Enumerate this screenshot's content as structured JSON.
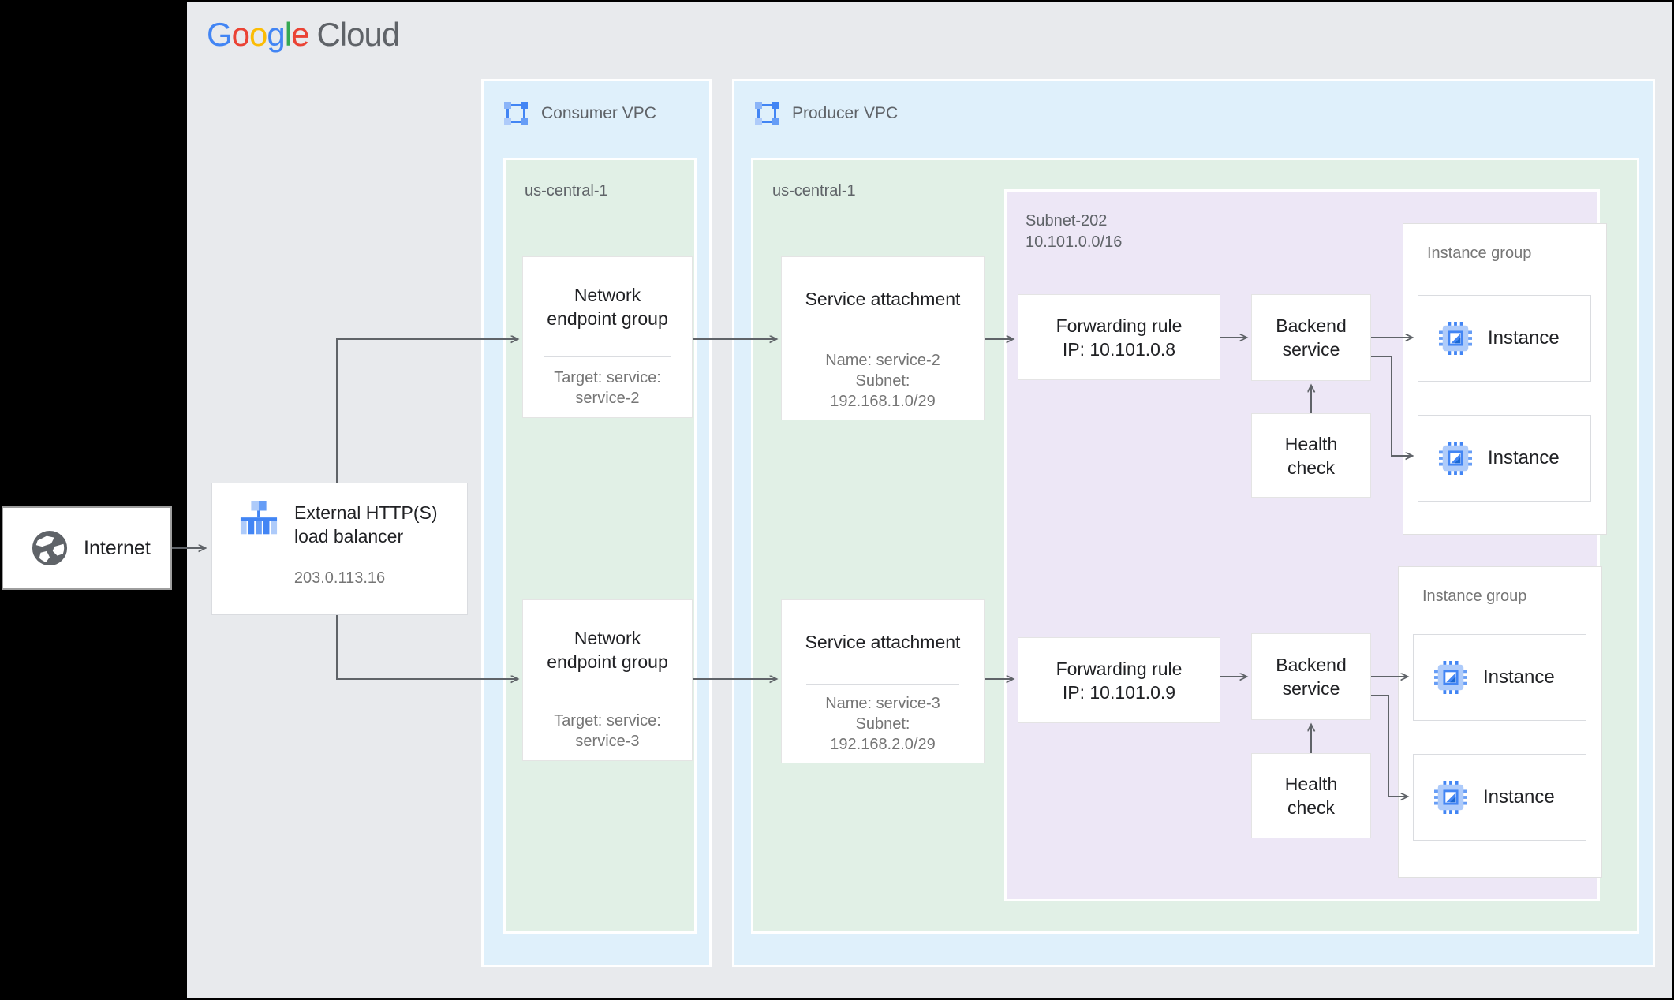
{
  "logo": {
    "l1": "G",
    "l2": "o",
    "l3": "o",
    "l4": "g",
    "l5": "l",
    "l6": "e",
    "cloud": "Cloud"
  },
  "internet": {
    "label": "Internet"
  },
  "load_balancer": {
    "title": "External HTTP(S)\nload balancer",
    "ip": "203.0.113.16"
  },
  "consumer_vpc": {
    "label": "Consumer VPC",
    "region": "us-central-1"
  },
  "producer_vpc": {
    "label": "Producer VPC",
    "region": "us-central-1",
    "subnet": "Subnet-202\n10.101.0.0/16"
  },
  "rows": [
    {
      "neg": {
        "title": "Network\nendpoint group",
        "target": "Target: service:\nservice-2"
      },
      "service_attachment": {
        "title": "Service attachment",
        "details": "Name: service-2\nSubnet:\n192.168.1.0/29"
      },
      "forwarding_rule": {
        "label": "Forwarding rule\nIP: 10.101.0.8"
      },
      "backend_service": {
        "label": "Backend\nservice"
      },
      "health_check": {
        "label": "Health\ncheck"
      },
      "instance_group": {
        "label": "Instance group",
        "instances": [
          "Instance",
          "Instance"
        ]
      }
    },
    {
      "neg": {
        "title": "Network\nendpoint group",
        "target": "Target: service:\nservice-3"
      },
      "service_attachment": {
        "title": "Service attachment",
        "details": "Name: service-3\nSubnet:\n192.168.2.0/29"
      },
      "forwarding_rule": {
        "label": "Forwarding rule\nIP: 10.101.0.9"
      },
      "backend_service": {
        "label": "Backend\nservice"
      },
      "health_check": {
        "label": "Health\ncheck"
      },
      "instance_group": {
        "label": "Instance group",
        "instances": [
          "Instance",
          "Instance"
        ]
      }
    }
  ],
  "colors": {
    "canvas": "#E8EAED",
    "vpc_zone": "#DFF0FB",
    "region_zone": "#E1F0E6",
    "subnet_zone": "#EDE7F6",
    "arrow": "#5F6368",
    "google_blue": "#4285F4",
    "google_red": "#EA4335",
    "google_yellow": "#FBBC04",
    "google_green": "#34A853",
    "icon_blue_light": "#AECBFA",
    "icon_blue_mid": "#669DF6"
  }
}
